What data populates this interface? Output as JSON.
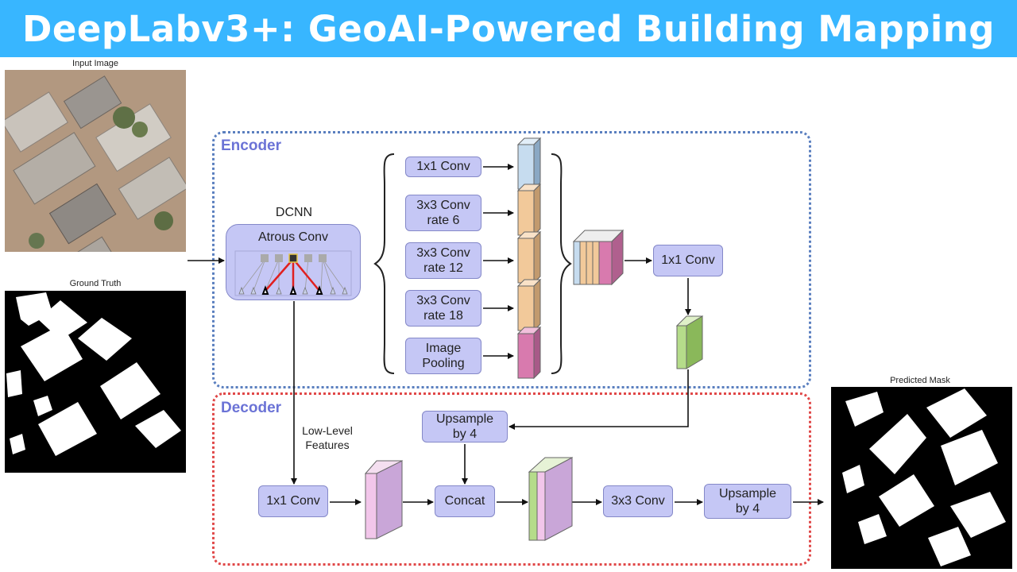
{
  "banner": {
    "title": "DeepLabv3+: GeoAI-Powered Building Mapping"
  },
  "images": {
    "input_label": "Input Image",
    "ground_truth_label": "Ground Truth",
    "predicted_label": "Predicted Mask"
  },
  "encoder": {
    "label": "Encoder",
    "dcnn_label": "DCNN",
    "atrous_label": "Atrous Conv",
    "branches": [
      "1x1 Conv",
      "3x3 Conv\nrate 6",
      "3x3 Conv\nrate 12",
      "3x3 Conv\nrate 18",
      "Image\nPooling"
    ],
    "merge_conv": "1x1 Conv"
  },
  "decoder": {
    "label": "Decoder",
    "low_level_label": "Low-Level\nFeatures",
    "conv1": "1x1 Conv",
    "upsample1": "Upsample\nby 4",
    "concat": "Concat",
    "conv3": "3x3 Conv",
    "upsample2": "Upsample\nby 4"
  },
  "colors": {
    "banner": "#38b6ff",
    "block": "#c5c7f5",
    "encoder_border": "#5a7fbf",
    "decoder_border": "#e04848",
    "feature_blue": "#c6dcef",
    "feature_orange": "#f2c99a",
    "feature_pink": "#d87aae",
    "feature_green": "#b5dc8a",
    "feature_violet": "#c9a6d8",
    "feature_lightpink": "#f2c6ea"
  }
}
